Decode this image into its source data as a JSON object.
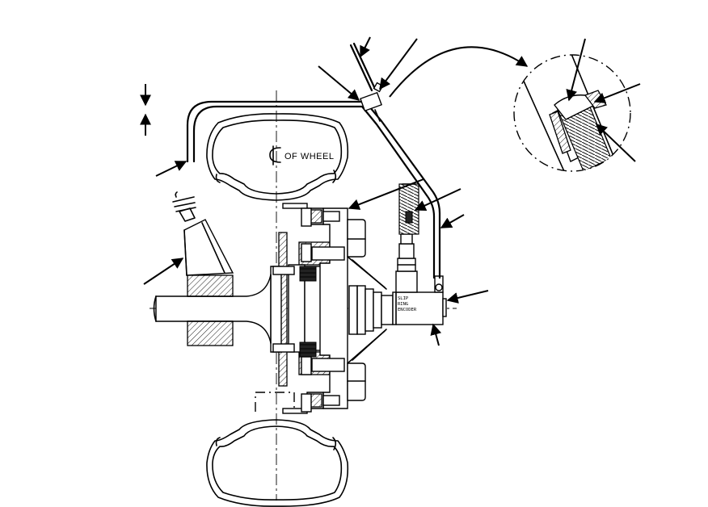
{
  "labels": {
    "wheel_centerline": "OF WHEEL",
    "sensor_text_1": "SLIP",
    "sensor_text_2": "RING",
    "sensor_text_3": "ENCODER"
  },
  "colors": {
    "line": "#000000",
    "background": "#ffffff"
  }
}
